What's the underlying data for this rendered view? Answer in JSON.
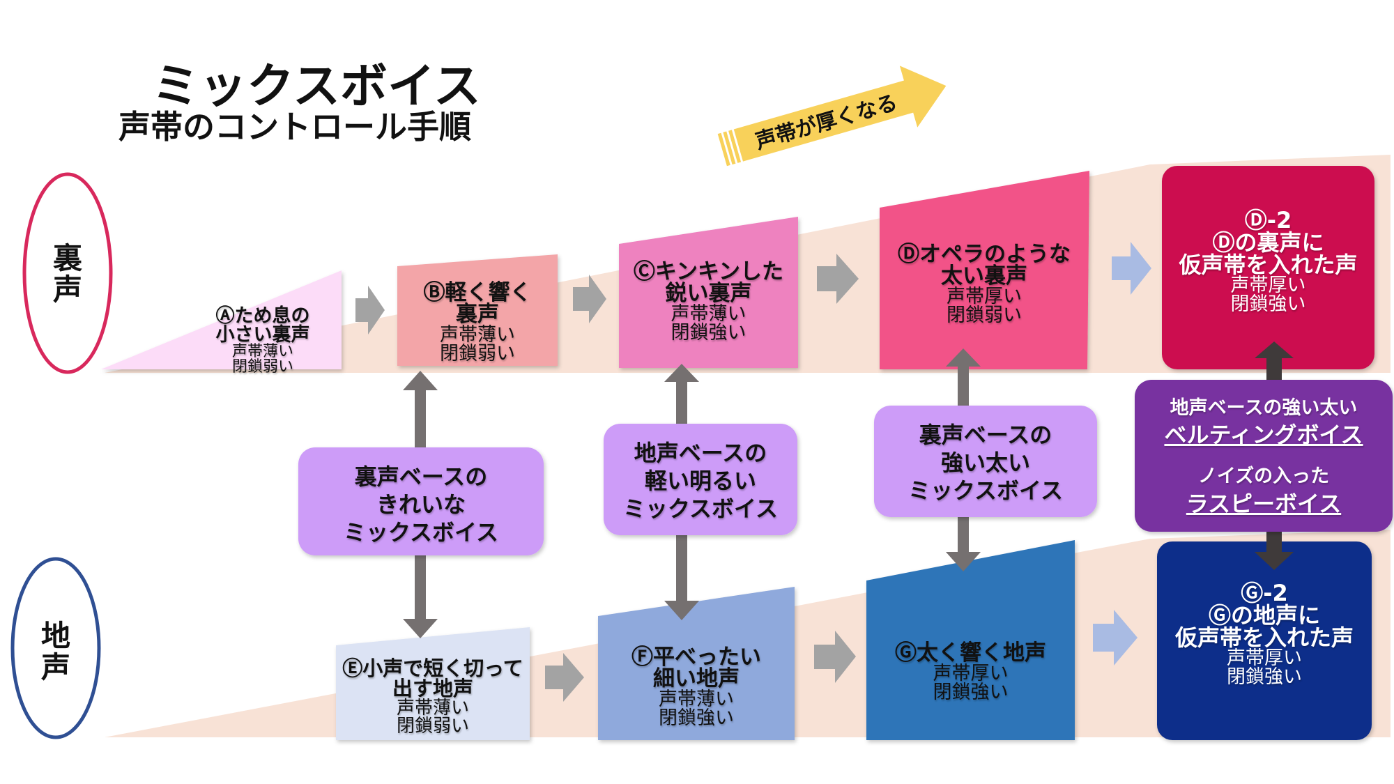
{
  "title": {
    "main": "ミックスボイス",
    "sub": "声帯のコントロール手順"
  },
  "direction_arrow": {
    "label": "声帯が厚くなる",
    "color": "#f8d15a"
  },
  "registers": {
    "head": "裏声",
    "chest": "地声"
  },
  "colors": {
    "band": "#f8e2d6",
    "head_outline": "#d8285c",
    "chest_outline": "#2f4f93",
    "arrow_gray": "#a3a3a3",
    "arrow_blue": "#a9bbe3",
    "connector": "#757070",
    "mix_box": "#cd9cf8",
    "belting_box": "#7832a0"
  },
  "head_steps": [
    {
      "id": "A",
      "title": [
        "Ⓐため息の",
        "小さい裏声"
      ],
      "details": [
        "声帯薄い",
        "閉鎖弱い"
      ],
      "color": "#fcdcf8"
    },
    {
      "id": "B",
      "title": [
        "Ⓑ軽く響く",
        "裏声"
      ],
      "details": [
        "声帯薄い",
        "閉鎖弱い"
      ],
      "color": "#f3a5a8"
    },
    {
      "id": "C",
      "title": [
        "Ⓒキンキンした",
        "鋭い裏声"
      ],
      "details": [
        "声帯薄い",
        "閉鎖強い"
      ],
      "color": "#ee82bf"
    },
    {
      "id": "D",
      "title": [
        "Ⓓオペラのような",
        "太い裏声"
      ],
      "details": [
        "声帯厚い",
        "閉鎖弱い"
      ],
      "color": "#f25288"
    },
    {
      "id": "D2",
      "title": [
        "Ⓓ-2",
        "Ⓓの裏声に",
        "仮声帯を入れた声"
      ],
      "details": [
        "声帯厚い",
        "閉鎖強い"
      ],
      "color": "#cc1150"
    }
  ],
  "chest_steps": [
    {
      "id": "E",
      "title": [
        "Ⓔ小声で短く切って",
        "出す地声"
      ],
      "details": [
        "声帯薄い",
        "閉鎖弱い"
      ],
      "color": "#dce3f4"
    },
    {
      "id": "F",
      "title": [
        "Ⓕ平べったい",
        "細い地声"
      ],
      "details": [
        "声帯薄い",
        "閉鎖強い"
      ],
      "color": "#8fa9dc"
    },
    {
      "id": "G",
      "title": [
        "Ⓖ太く響く地声"
      ],
      "details": [
        "声帯厚い",
        "閉鎖強い"
      ],
      "color": "#2f75b8"
    },
    {
      "id": "G2",
      "title": [
        "Ⓖ-2",
        "Ⓖの地声に",
        "仮声帯を入れた声"
      ],
      "details": [
        "声帯厚い",
        "閉鎖強い"
      ],
      "color": "#0c2d8a"
    }
  ],
  "mix_voices": [
    {
      "id": "mix1",
      "lines": [
        "裏声ベースの",
        "きれいな",
        "ミックスボイス"
      ]
    },
    {
      "id": "mix2",
      "lines": [
        "地声ベースの",
        "軽い明るい",
        "ミックスボイス"
      ]
    },
    {
      "id": "mix3",
      "lines": [
        "裏声ベースの",
        "強い太い",
        "ミックスボイス"
      ]
    }
  ],
  "belting": {
    "caption1": "地声ベースの強い太い",
    "name1": "ベルティングボイス",
    "caption2": "ノイズの入った",
    "name2": "ラスピーボイス"
  }
}
